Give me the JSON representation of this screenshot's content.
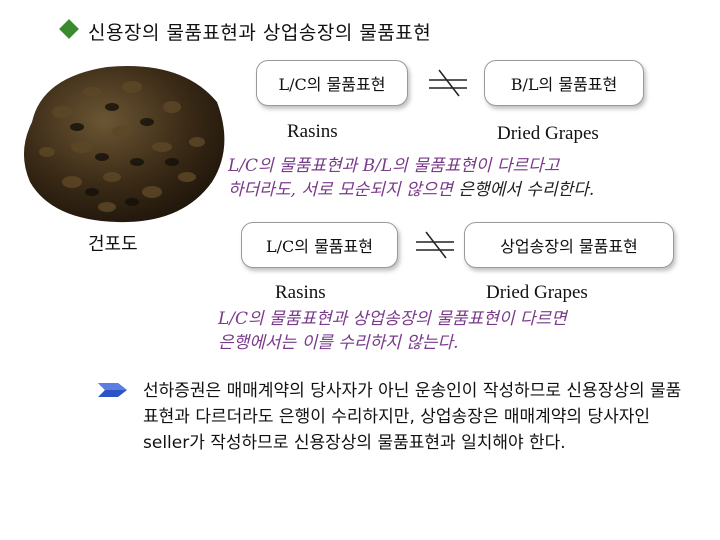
{
  "title": "신용장의 물품표현과 상업송장의 물품표현",
  "title_bullet_icon": "diamond-bullet-icon",
  "photo_caption": "건포도",
  "comparison_1": {
    "left_box": "L/C의 물품표현",
    "right_box": "B/L의 물품표현",
    "left_label": "Rasins",
    "right_label": "Dried Grapes",
    "note_line1": "L/C의 물품표현과 B/L의 물품표현이 다르다고",
    "note_line2_before": "하더라도, 서로 모순되지 않으면 ",
    "note_line2_highlight": "은행에서 수리한다."
  },
  "comparison_2": {
    "left_box": "L/C의 물품표현",
    "right_box": "상업송장의 물품표현",
    "left_label": "Rasins",
    "right_label": "Dried Grapes",
    "note_line1": "L/C의 물품표현과 상업송장의 물품표현이 다르면",
    "note_line2": "은행에서는 이를 수리하지 않는다."
  },
  "paragraph": "선하증권은 매매계약의 당사자가 아닌 운송인이 작성하므로 신용장상의 물품표현과 다르더라도 은행이 수리하지만, 상업송장은 매매계약의 당사자인 seller가 작성하므로 신용장상의 물품표현과 일치해야 한다.",
  "colors": {
    "bullet": "#3a8a2e",
    "note": "#7a3a8a",
    "ribbon": "#2b55c4"
  }
}
